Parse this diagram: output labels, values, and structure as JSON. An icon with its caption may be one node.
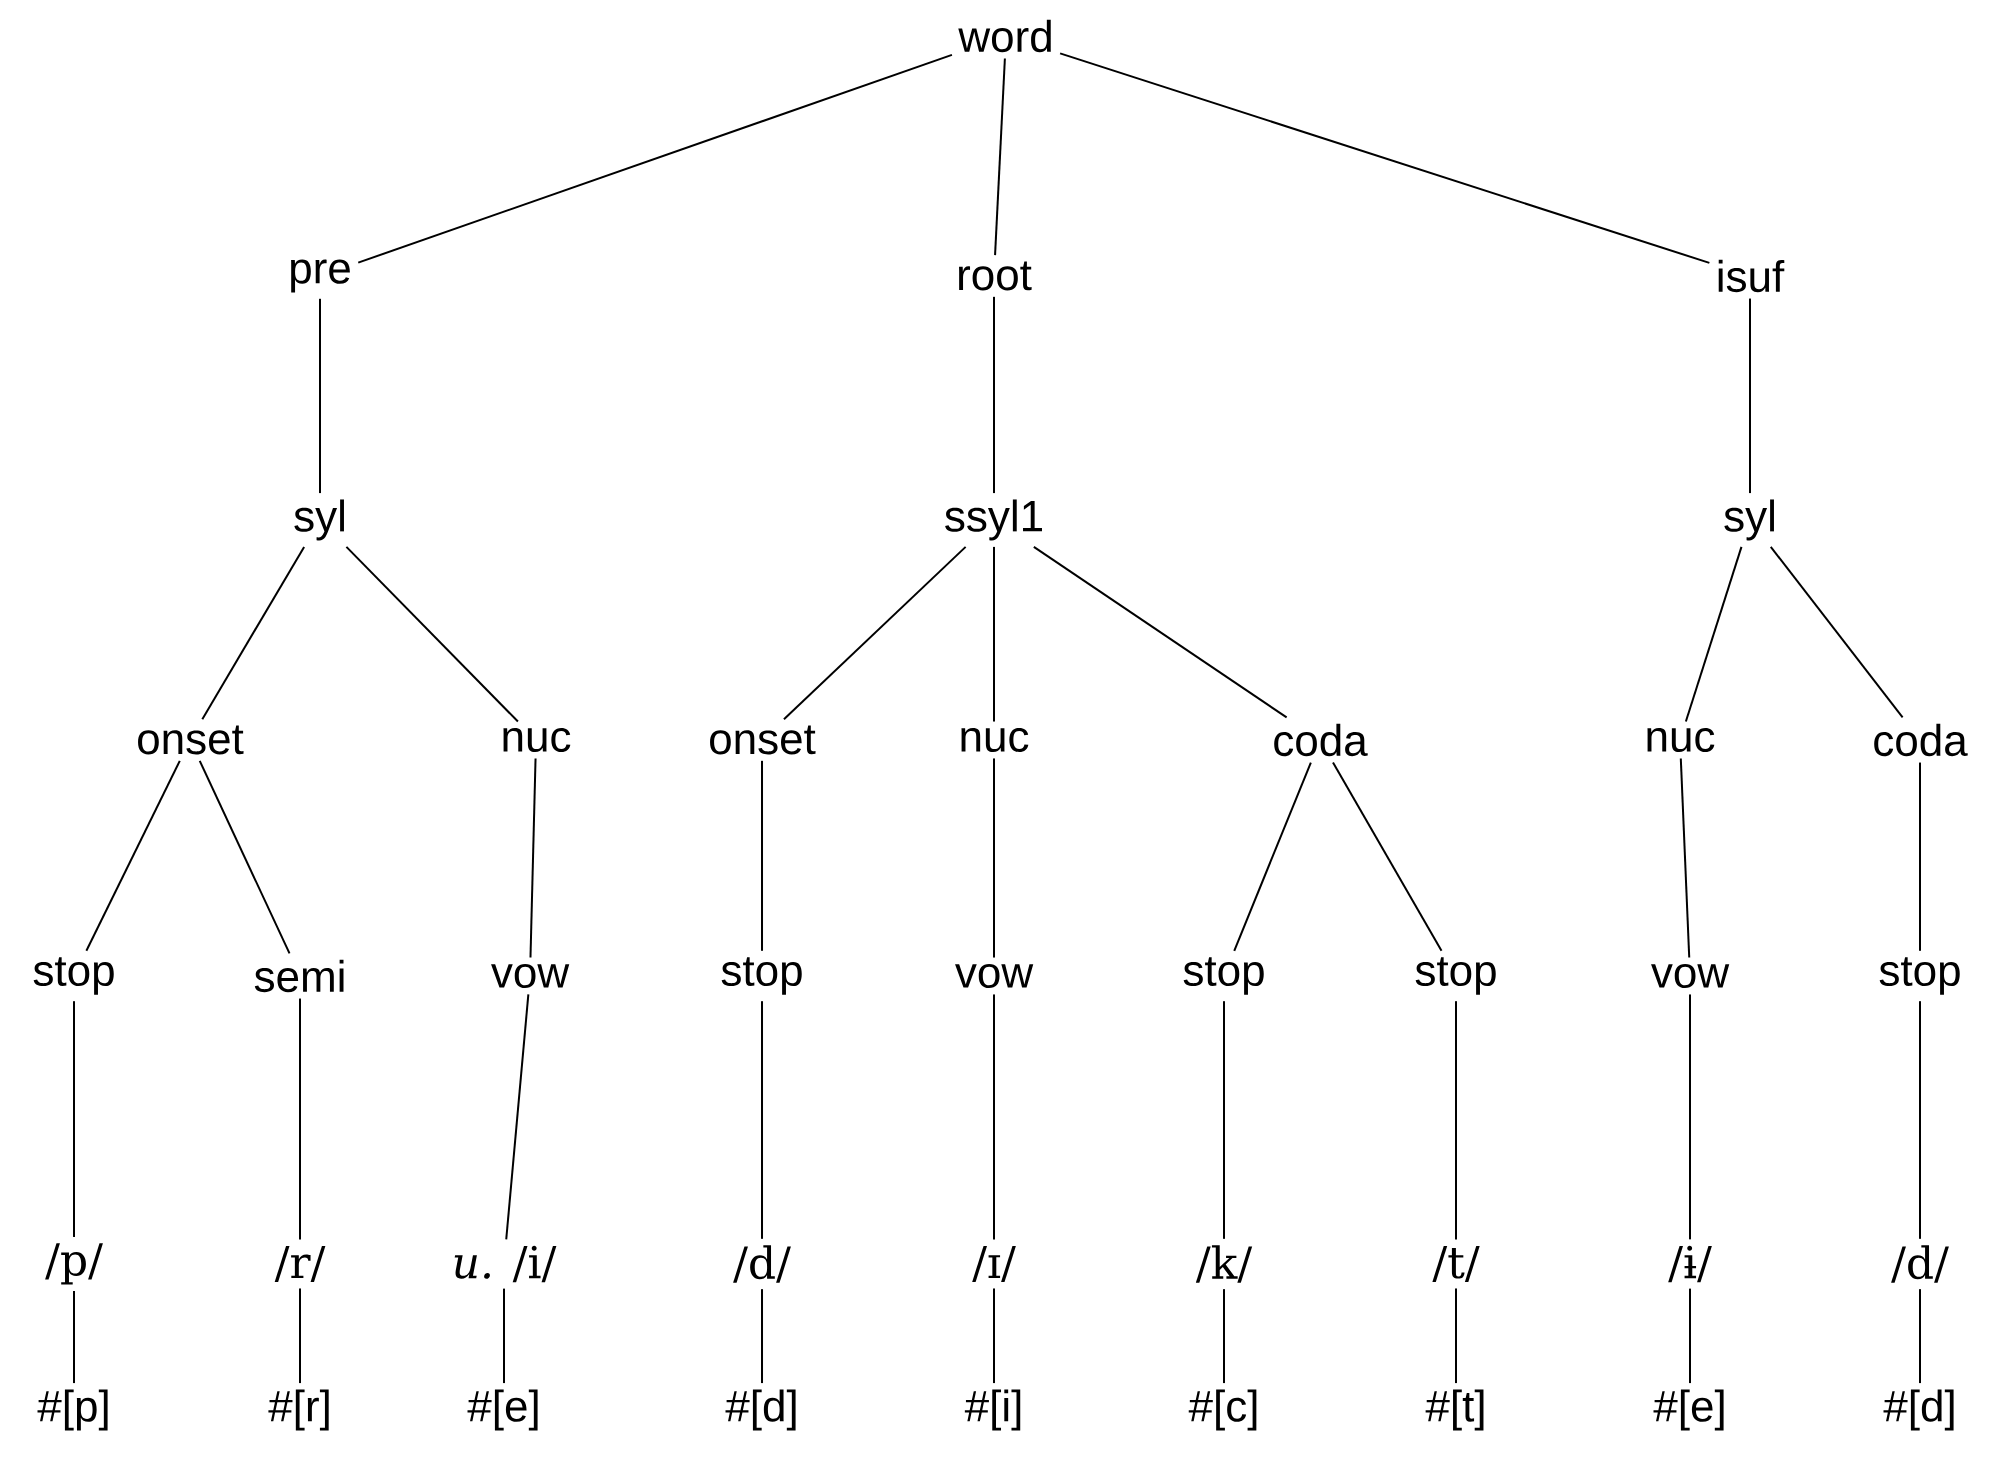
{
  "diagram": {
    "nodes": [
      {
        "text": [
          "word"
        ]
      },
      {
        "text": [
          "pre"
        ]
      },
      {
        "text": [
          "root"
        ]
      },
      {
        "text": [
          "isuf"
        ]
      },
      {
        "text": [
          "syl"
        ]
      },
      {
        "text": [
          "ssyl1"
        ]
      },
      {
        "text": [
          "syl"
        ]
      },
      {
        "text": [
          "onset"
        ]
      },
      {
        "text": [
          "nuc"
        ]
      },
      {
        "text": [
          "onset"
        ]
      },
      {
        "text": [
          "nuc"
        ]
      },
      {
        "text": [
          "coda"
        ]
      },
      {
        "text": [
          "nuc"
        ]
      },
      {
        "text": [
          "coda"
        ]
      },
      {
        "text": [
          "stop"
        ]
      },
      {
        "text": [
          "semi"
        ]
      },
      {
        "text": [
          "vow"
        ]
      },
      {
        "text": [
          "stop"
        ]
      },
      {
        "text": [
          "vow"
        ]
      },
      {
        "text": [
          "stop"
        ]
      },
      {
        "text": [
          "stop"
        ]
      },
      {
        "text": [
          "vow"
        ]
      },
      {
        "text": [
          "stop"
        ]
      },
      {
        "text": [
          "/p/"
        ]
      },
      {
        "text": [
          "/r/"
        ]
      },
      {
        "text": [
          "*u.* /i/"
        ]
      },
      {
        "text": [
          "/d/"
        ]
      },
      {
        "text": [
          "/ɪ/"
        ]
      },
      {
        "text": [
          "/k/"
        ]
      },
      {
        "text": [
          "/t/"
        ]
      },
      {
        "text": [
          "/ɨ/"
        ]
      },
      {
        "text": [
          "/d/"
        ]
      },
      {
        "text": [
          "#[p]"
        ]
      },
      {
        "text": [
          "#[r]"
        ]
      },
      {
        "text": [
          "#[e]"
        ]
      },
      {
        "text": [
          "#[d]"
        ]
      },
      {
        "text": [
          "#[i]"
        ]
      },
      {
        "text": [
          "#[c]"
        ]
      },
      {
        "text": [
          "#[t]"
        ]
      },
      {
        "text": [
          "#[e]"
        ]
      },
      {
        "text": [
          "#[d]"
        ]
      }
    ],
    "edges": [
      {
        "from": 0,
        "to": 1,
        "arrow": "none"
      },
      {
        "from": 0,
        "to": 2,
        "arrow": "none"
      },
      {
        "from": 0,
        "to": 3,
        "arrow": "none"
      },
      {
        "from": 1,
        "to": 4,
        "arrow": "none"
      },
      {
        "from": 2,
        "to": 5,
        "arrow": "none"
      },
      {
        "from": 3,
        "to": 6,
        "arrow": "none"
      },
      {
        "from": 4,
        "to": 7,
        "arrow": "none"
      },
      {
        "from": 4,
        "to": 8,
        "arrow": "none"
      },
      {
        "from": 5,
        "to": 9,
        "arrow": "none"
      },
      {
        "from": 5,
        "to": 10,
        "arrow": "none"
      },
      {
        "from": 5,
        "to": 11,
        "arrow": "none"
      },
      {
        "from": 6,
        "to": 12,
        "arrow": "none"
      },
      {
        "from": 6,
        "to": 13,
        "arrow": "none"
      },
      {
        "from": 7,
        "to": 14,
        "arrow": "none"
      },
      {
        "from": 7,
        "to": 15,
        "arrow": "none"
      },
      {
        "from": 8,
        "to": 16,
        "arrow": "none"
      },
      {
        "from": 9,
        "to": 17,
        "arrow": "none"
      },
      {
        "from": 10,
        "to": 18,
        "arrow": "none"
      },
      {
        "from": 11,
        "to": 19,
        "arrow": "none"
      },
      {
        "from": 11,
        "to": 20,
        "arrow": "none"
      },
      {
        "from": 12,
        "to": 21,
        "arrow": "none"
      },
      {
        "from": 13,
        "to": 22,
        "arrow": "none"
      },
      {
        "from": 14,
        "to": 23,
        "arrow": "none"
      },
      {
        "from": 15,
        "to": 24,
        "arrow": "none"
      },
      {
        "from": 16,
        "to": 25,
        "arrow": "none"
      },
      {
        "from": 17,
        "to": 26,
        "arrow": "none"
      },
      {
        "from": 18,
        "to": 27,
        "arrow": "none"
      },
      {
        "from": 19,
        "to": 28,
        "arrow": "none"
      },
      {
        "from": 20,
        "to": 29,
        "arrow": "none"
      },
      {
        "from": 21,
        "to": 30,
        "arrow": "none"
      },
      {
        "from": 22,
        "to": 31,
        "arrow": "none"
      },
      {
        "from": 23,
        "to": 32,
        "arrow": "none"
      },
      {
        "from": 24,
        "to": 33,
        "arrow": "none"
      },
      {
        "from": 25,
        "to": 34,
        "arrow": "none"
      },
      {
        "from": 26,
        "to": 35,
        "arrow": "none"
      },
      {
        "from": 27,
        "to": 36,
        "arrow": "none"
      },
      {
        "from": 28,
        "to": 37,
        "arrow": "none"
      },
      {
        "from": 29,
        "to": 38,
        "arrow": "none"
      },
      {
        "from": 30,
        "to": 39,
        "arrow": "none"
      },
      {
        "from": 31,
        "to": 40,
        "arrow": "none"
      }
    ]
  }
}
